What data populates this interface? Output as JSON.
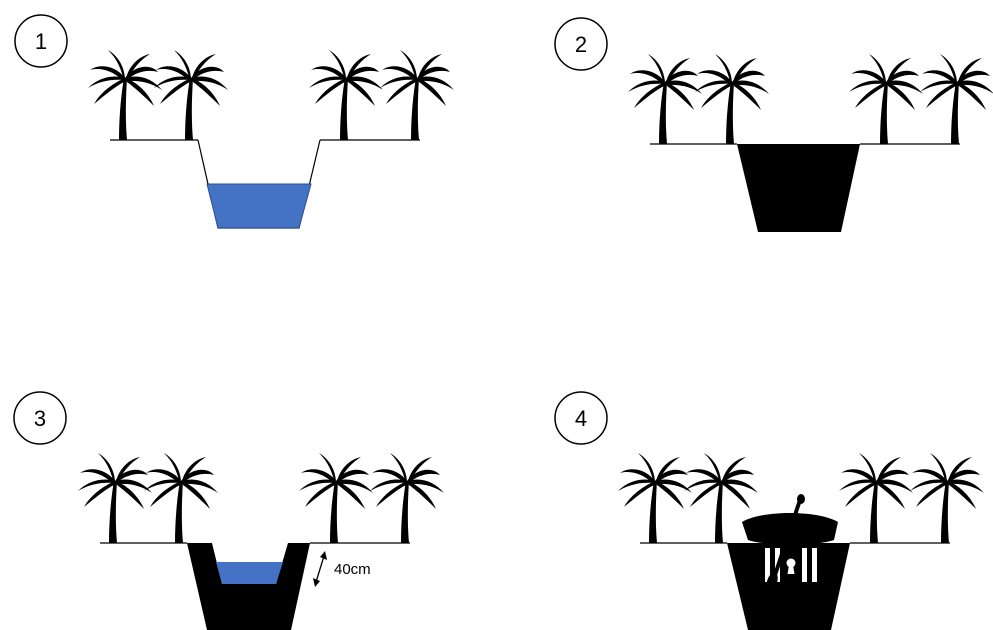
{
  "panels": [
    {
      "step": "1",
      "state": "water-filled canal"
    },
    {
      "step": "2",
      "state": "fully filled canal"
    },
    {
      "step": "3",
      "state": "partially filled canal with water"
    },
    {
      "step": "4",
      "state": "filled canal with buried boat and treasure chest"
    }
  ],
  "measurement": {
    "label": "40cm"
  },
  "colors": {
    "water": "#4472C4",
    "fill": "#000000",
    "ground": "#000000",
    "background": "#FFFFFF"
  },
  "icons": [
    "palm-tree-icon",
    "boat-icon",
    "oar-icon",
    "treasure-chest-icon",
    "keyhole-icon",
    "double-arrow-icon"
  ]
}
